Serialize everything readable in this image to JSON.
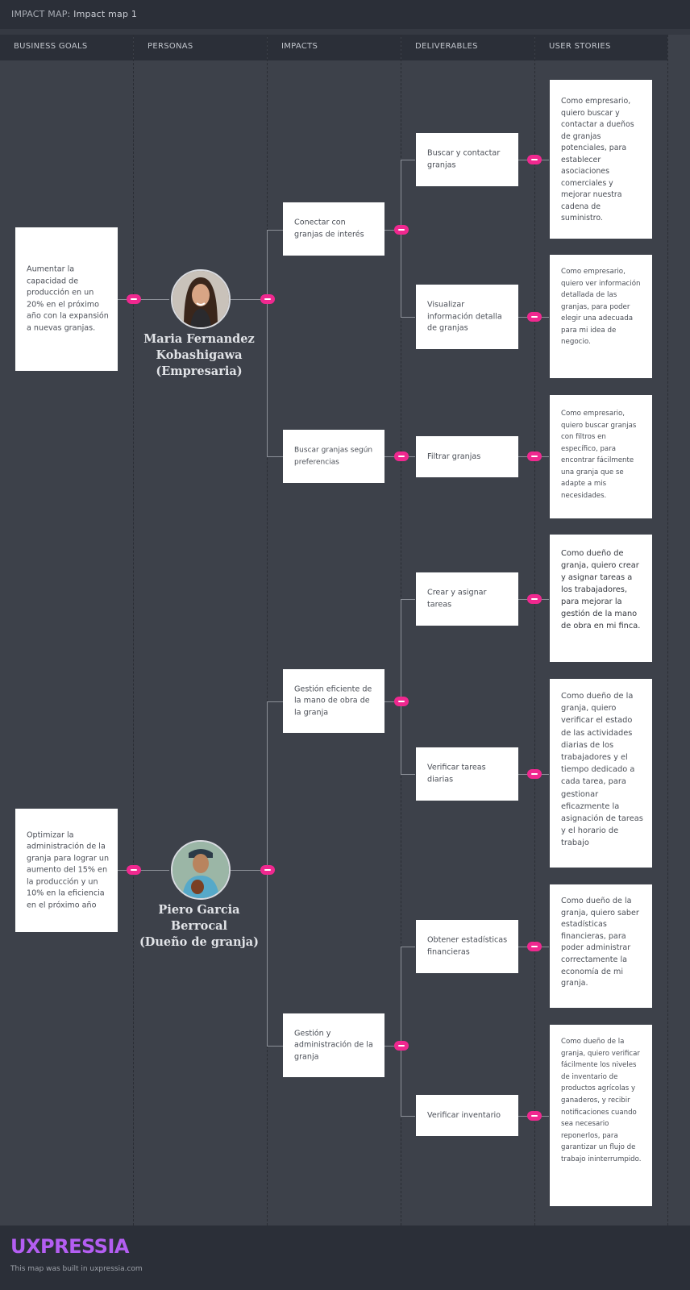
{
  "header": {
    "label": "IMPACT MAP:",
    "map_name": "Impact map 1"
  },
  "columns": [
    "BUSINESS GOALS",
    "PERSONAS",
    "IMPACTS",
    "DELIVERABLES",
    "USER STORIES"
  ],
  "goals": [
    "Aumentar la capacidad de producción en un 20% en el próximo año con la expansión a nuevas granjas.",
    "Optimizar la administración de la granja para lograr un aumento del 15% en la producción y un 10% en la eficiencia en el próximo año"
  ],
  "personas": [
    {
      "name_line1": "Maria Fernandez",
      "name_line2": "Kobashigawa",
      "name_line3": "(Empresaria)"
    },
    {
      "name_line1": "Piero Garcia Berrocal",
      "name_line2": "(Dueño de granja)"
    }
  ],
  "impacts": [
    "Conectar con granjas de interés",
    "Buscar granjas según preferencias",
    "Gestión eficiente de la mano de obra de la granja",
    "Gestión y administración de la granja"
  ],
  "deliverables": [
    "Buscar y contactar granjas",
    "Visualizar información detalla de granjas",
    "Filtrar granjas",
    "Crear y asignar tareas",
    "Verificar tareas diarias",
    "Obtener estadísticas financieras",
    "Verificar inventario"
  ],
  "user_stories": [
    "Como empresario, quiero buscar y contactar a dueños de granjas potenciales, para establecer asociaciones comerciales y mejorar nuestra cadena de suministro.",
    " Como empresario, quiero ver información detallada de las granjas, para poder elegir una adecuada para mi idea de negocio.",
    "Como empresario, quiero buscar granjas con filtros en específico, para encontrar fácilmente una granja que se adapte a mis necesidades.",
    "Como dueño de granja, quiero crear y asignar tareas a los trabajadores, para mejorar la gestión de la mano de obra en mi finca.",
    "Como dueño de la granja, quiero verificar el estado de las actividades diarias de los trabajadores y el tiempo dedicado a cada tarea, para gestionar eficazmente la asignación de tareas y el horario de trabajo",
    "Como dueño de la granja, quiero saber estadísticas financieras, para poder administrar correctamente la economía de mi granja.",
    "Como dueño de la granja, quiero verificar fácilmente los niveles de inventario de productos agrícolas y ganaderos, y recibir notificaciones cuando sea necesario reponerlos, para garantizar un flujo de trabajo ininterrumpido."
  ],
  "footer": {
    "brand": "UXPRESSIA",
    "built": "This map was built in uxpressia.com"
  },
  "colors": {
    "accent": "#f0288f",
    "brand": "#b45ef2",
    "background": "#3d414a",
    "bar": "#2b2f38"
  }
}
